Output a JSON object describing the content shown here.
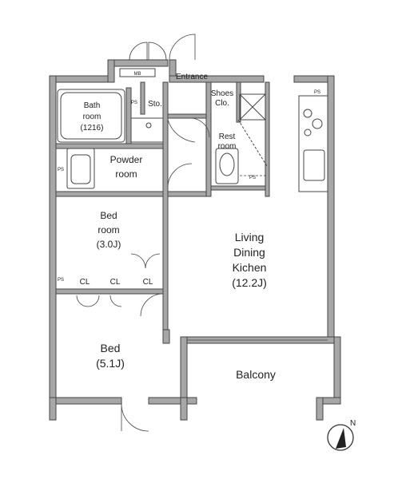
{
  "floor_plan": {
    "rooms": {
      "bath_room": "Bath\nroom\n(1216)",
      "storage": "Sto.",
      "entrance": "Entrance",
      "shoes_closet": "Shoes\nClo.",
      "rest_room": "Rest\nroom",
      "powder_room": "Powder\nroom",
      "bedroom_small": "Bed\nroom\n(3.0J)",
      "living_dining_kitchen": "Living\nDining\nKichen\n(12.2J)",
      "closet_1": "CL",
      "closet_2": "CL",
      "closet_3": "CL",
      "bedroom_large": "Bed\n(5.1J)",
      "balcony": "Balcony"
    },
    "markers": {
      "meter_box": "MB",
      "pipe_space": "PS",
      "north": "N"
    }
  }
}
